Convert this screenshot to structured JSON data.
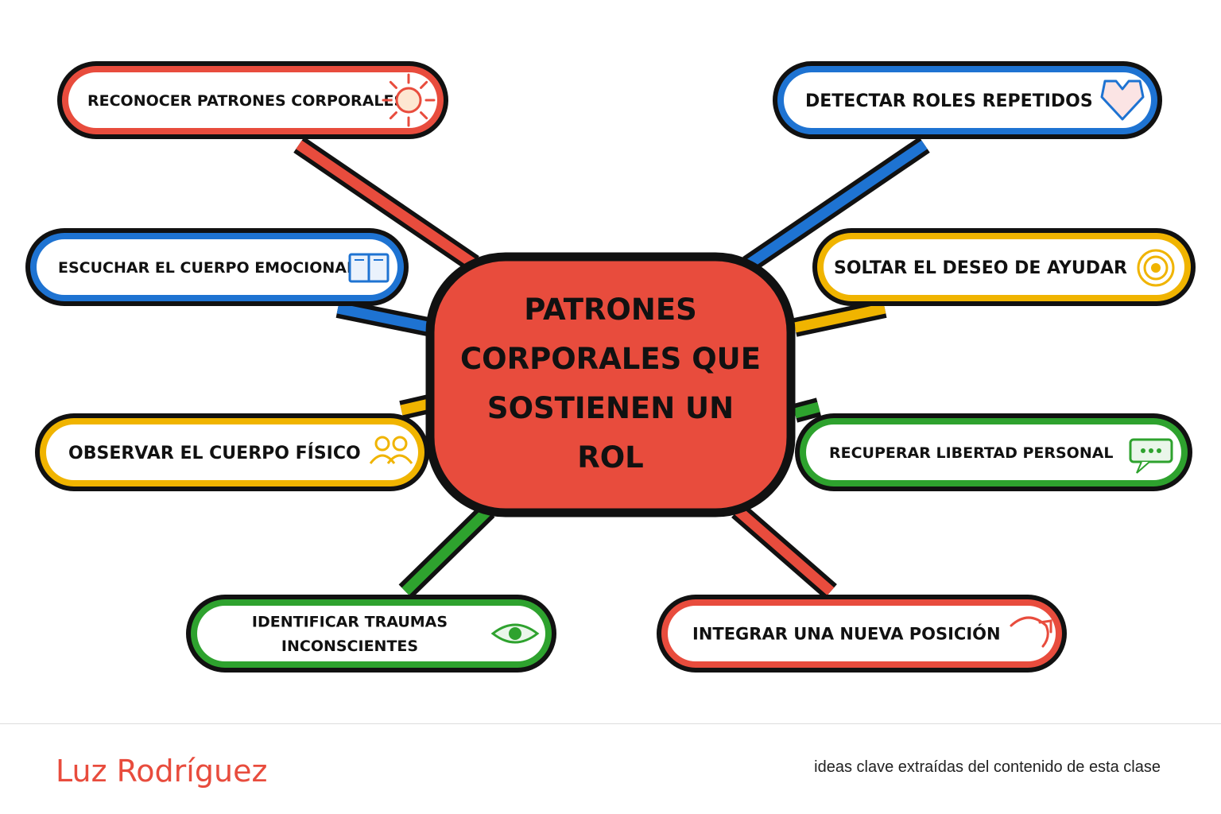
{
  "colors": {
    "red": "#e84c3d",
    "blue": "#1e73d2",
    "yellow": "#f0b400",
    "green": "#2ea22e",
    "outline": "#111111"
  },
  "center": {
    "lines": [
      "PATRONES",
      "CORPORALES QUE",
      "SOSTIENEN UN",
      "ROL"
    ]
  },
  "nodes": [
    {
      "id": "reconocer",
      "lines": [
        "RECONOCER PATRONES CORPORALES"
      ],
      "color": "red",
      "icon": "sun-icon"
    },
    {
      "id": "escuchar",
      "lines": [
        "ESCUCHAR EL CUERPO EMOCIONAL"
      ],
      "color": "blue",
      "icon": "book-icon"
    },
    {
      "id": "observar",
      "lines": [
        "OBSERVAR EL CUERPO FÍSICO"
      ],
      "color": "yellow",
      "icon": "people-icon"
    },
    {
      "id": "identificar",
      "lines": [
        "IDENTIFICAR TRAUMAS",
        "INCONSCIENTES"
      ],
      "color": "green",
      "icon": "eye-icon"
    },
    {
      "id": "detectar",
      "lines": [
        "DETECTAR ROLES REPETIDOS"
      ],
      "color": "blue",
      "icon": "heart-icon"
    },
    {
      "id": "soltar",
      "lines": [
        "SOLTAR EL DESEO DE AYUDAR"
      ],
      "color": "yellow",
      "icon": "target-icon"
    },
    {
      "id": "recuperar",
      "lines": [
        "RECUPERAR LIBERTAD PERSONAL"
      ],
      "color": "green",
      "icon": "chat-icon"
    },
    {
      "id": "integrar",
      "lines": [
        "INTEGRAR UNA NUEVA POSICIÓN"
      ],
      "color": "red",
      "icon": "arrow-icon"
    }
  ],
  "footer": {
    "author": "Luz Rodríguez",
    "caption": "ideas clave extraídas del contenido de esta clase"
  }
}
